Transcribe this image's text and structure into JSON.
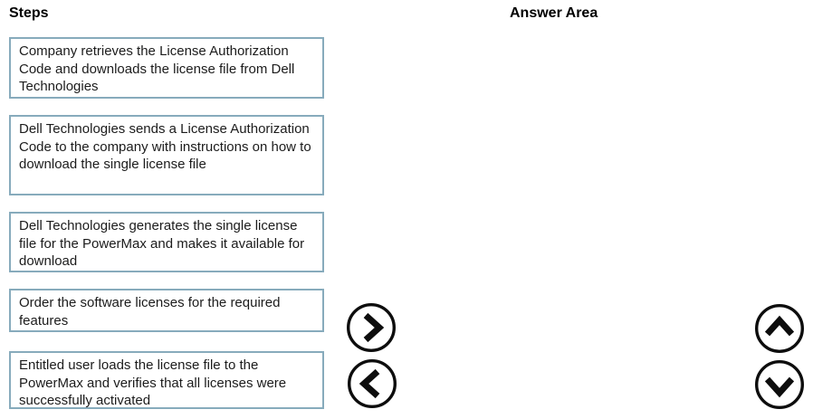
{
  "headings": {
    "steps": "Steps",
    "answer_area": "Answer Area"
  },
  "steps": [
    {
      "label": "Company retrieves the License Authorization Code and downloads the license file from Dell Technologies"
    },
    {
      "label": "Dell Technologies sends a License Authorization Code to the company with instructions on how to download the single license file"
    },
    {
      "label": "Dell Technologies generates the single license file for the PowerMax and makes it available for download"
    },
    {
      "label": "Order the software licenses for the required features"
    },
    {
      "label": "Entitled user loads the license file to the PowerMax and verifies that all licenses were successfully activated"
    }
  ],
  "controls": [
    {
      "name": "move-right",
      "icon": "chevron-right-icon"
    },
    {
      "name": "move-left",
      "icon": "chevron-left-icon"
    },
    {
      "name": "move-up",
      "icon": "chevron-up-icon"
    },
    {
      "name": "move-down",
      "icon": "chevron-down-icon"
    }
  ],
  "colors": {
    "background": "#ffffff",
    "box_border": "#87abbc",
    "text": "#1c1c1c",
    "control_stroke": "#0d0d0d"
  }
}
